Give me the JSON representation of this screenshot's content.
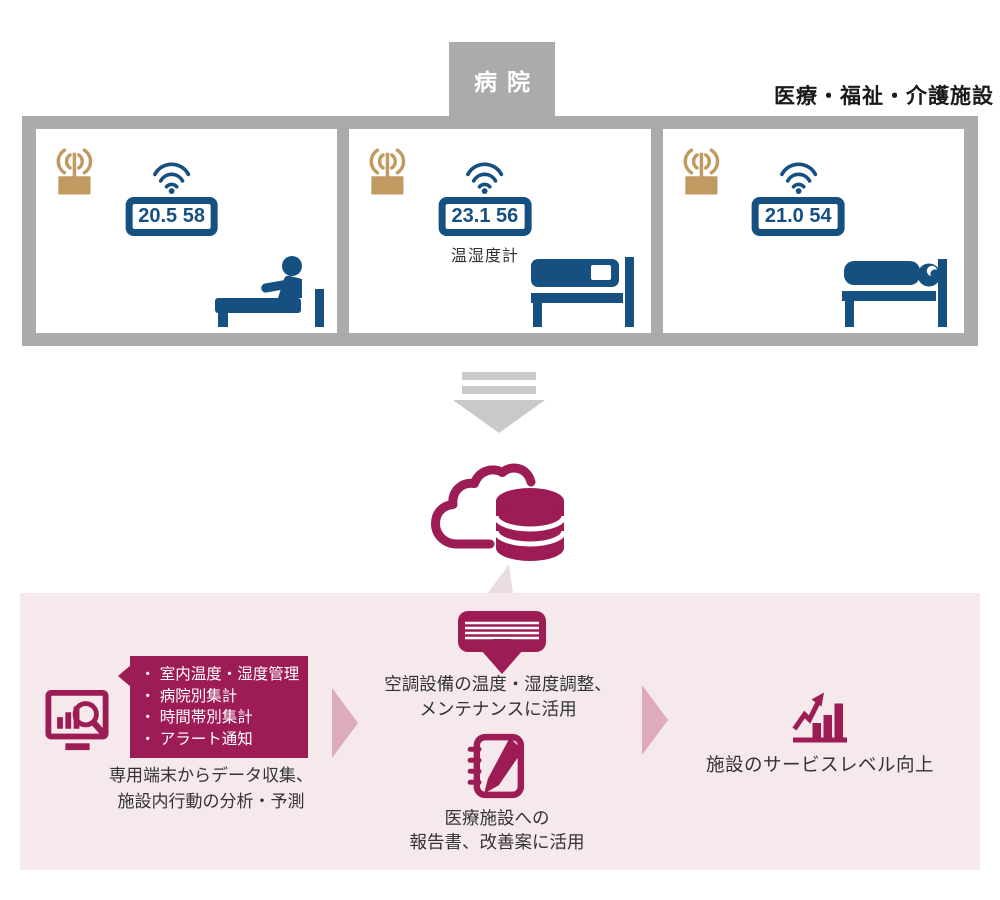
{
  "header": {
    "tab": "病院",
    "facility": "医療・福祉・介護施設"
  },
  "rooms": [
    {
      "display": "20.5 58",
      "label": ""
    },
    {
      "display": "23.1 56",
      "label": "温湿度計"
    },
    {
      "display": "21.0 54",
      "label": ""
    }
  ],
  "panel": {
    "features": [
      "・ 室内温度・湿度管理",
      "・ 病院別集計",
      "・ 時間帯別集計",
      "・ アラート通知"
    ],
    "collect_line1": "専用端末からデータ収集、",
    "collect_line2": "施設内行動の分析・予測",
    "hvac_line1": "空調設備の温度・湿度調整、",
    "hvac_line2": "メンテナンスに活用",
    "report_line1": "医療施設への",
    "report_line2": "報告書、改善案に活用",
    "outcome": "施設のサービスレベル向上"
  },
  "colors": {
    "crimson": "#9d1c56",
    "navy": "#155081",
    "tan": "#c09a60",
    "gray_box": "#ababab",
    "gray_arrow": "#c9c9c9",
    "pink_panel": "#f5e9eb",
    "pink_pointer": "#eadde1",
    "pink_arrow": "#dcabbc",
    "text_dark": "#333333",
    "heading": "#1a1a1a"
  }
}
